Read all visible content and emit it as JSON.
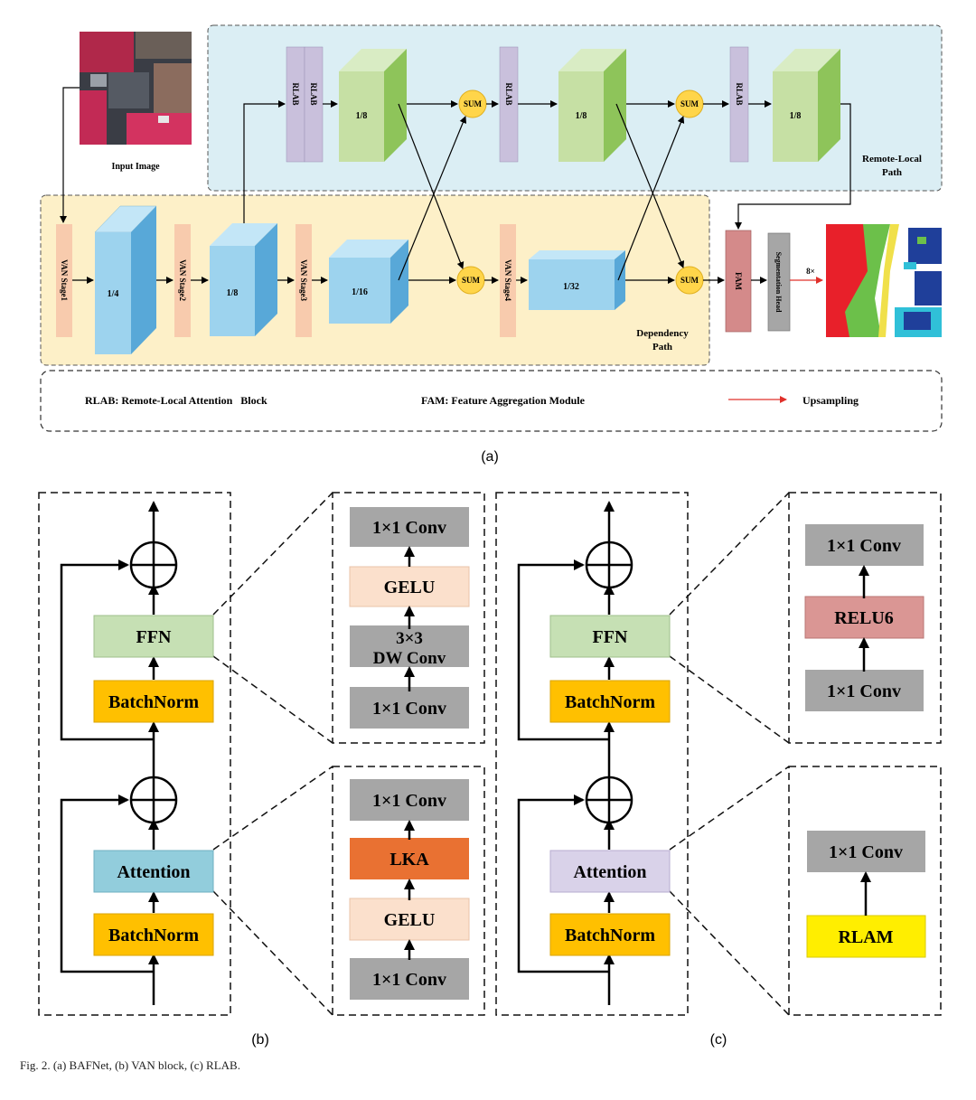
{
  "figure_a": {
    "input_image_label": "Input Image",
    "remote_local_path_label": [
      "Remote-Local",
      "Path"
    ],
    "dependency_path_label": [
      "Dependency",
      "Path"
    ],
    "rlab_label": "RLAB",
    "sum_label": "SUM",
    "fam_label": "FAM",
    "seg_head_label": "Segmentation Head",
    "upsample_factor": "8×",
    "van_stages": [
      "VAN Stage1",
      "VAN Stage2",
      "VAN Stage3",
      "VAN Stage4"
    ],
    "feature_scales": [
      "1/4",
      "1/8",
      "1/16",
      "1/32"
    ],
    "remote_scales": [
      "1/8",
      "1/8",
      "1/8"
    ],
    "legend": {
      "rlab": "RLAB: Remote-Local Attention   Block",
      "fam": "FAM: Feature Aggregation Module",
      "upsampling": "Upsampling"
    },
    "sublabel": "(a)",
    "colors": {
      "remote_bg": "#dbeef4",
      "dependency_bg": "#fdf0c8",
      "van_stage": "#f8cbad",
      "rlab": "#c9c0dc",
      "green_cube": "#c6e0a4",
      "blue_cube": "#9dd3ee",
      "sum": "#ffd54a",
      "fam": "#d48a8a",
      "seg_head": "#a6a6a6",
      "upsample_arrow": "#e0302a"
    }
  },
  "figure_b": {
    "blocks": [
      "FFN",
      "BatchNorm",
      "Attention",
      "BatchNorm"
    ],
    "ffn_detail": [
      "1×1 Conv",
      "GELU",
      "3×3",
      "DW Conv",
      "1×1 Conv"
    ],
    "attn_detail": [
      "1×1 Conv",
      "LKA",
      "GELU",
      "1×1 Conv"
    ],
    "sublabel": "(b)",
    "colors": {
      "ffn": "#c6e0b4",
      "batchnorm": "#ffc000",
      "attention": "#92cddc",
      "conv": "#a6a6a6",
      "gelu": "#fbe0cc",
      "lka": "#e97132"
    }
  },
  "figure_c": {
    "blocks": [
      "FFN",
      "BatchNorm",
      "Attention",
      "BatchNorm"
    ],
    "ffn_detail": [
      "1×1 Conv",
      "RELU6",
      "1×1 Conv"
    ],
    "attn_detail": [
      "1×1 Conv",
      "RLAM"
    ],
    "sublabel": "(c)",
    "colors": {
      "attention": "#d9d2e9",
      "relu6": "#da9694",
      "rlam": "#ffee00"
    }
  },
  "caption": "Fig. 2.  (a) BAFNet, (b) VAN block, (c) RLAB."
}
